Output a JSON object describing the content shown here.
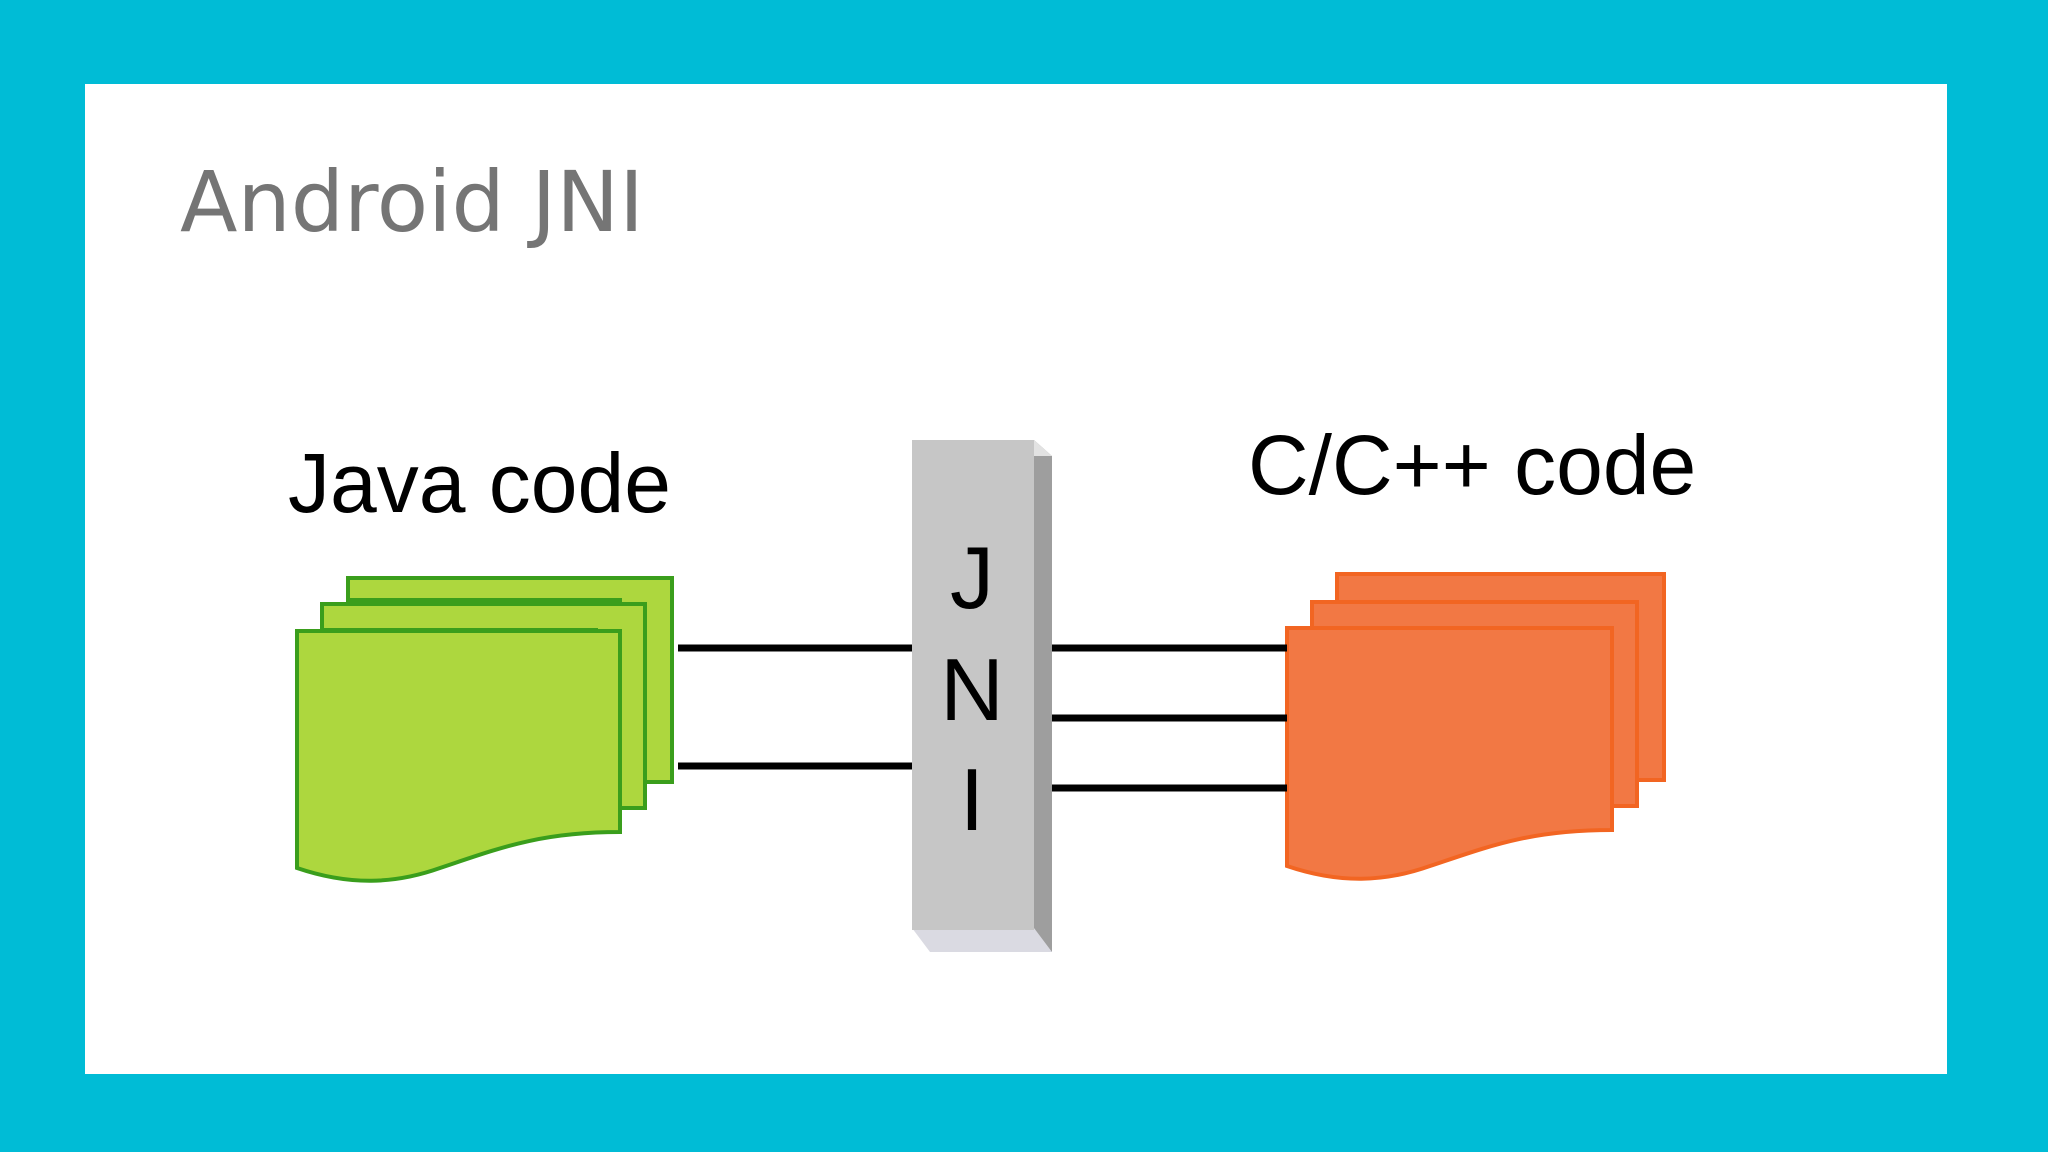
{
  "slide": {
    "title": "Android JNI"
  },
  "diagram": {
    "left_label": "Java code",
    "right_label": "C/C++ code",
    "bridge_letters": [
      "J",
      "N",
      "I"
    ]
  },
  "colors": {
    "frame": "#00BCD6",
    "background": "#FFFFFF",
    "title_text": "#757575",
    "java_fill": "#ADD73E",
    "java_stroke": "#3A9E1C",
    "cpp_fill": "#F27844",
    "cpp_stroke": "#F26522",
    "bridge_fill": "#C6C6C6",
    "connector": "#000000"
  }
}
